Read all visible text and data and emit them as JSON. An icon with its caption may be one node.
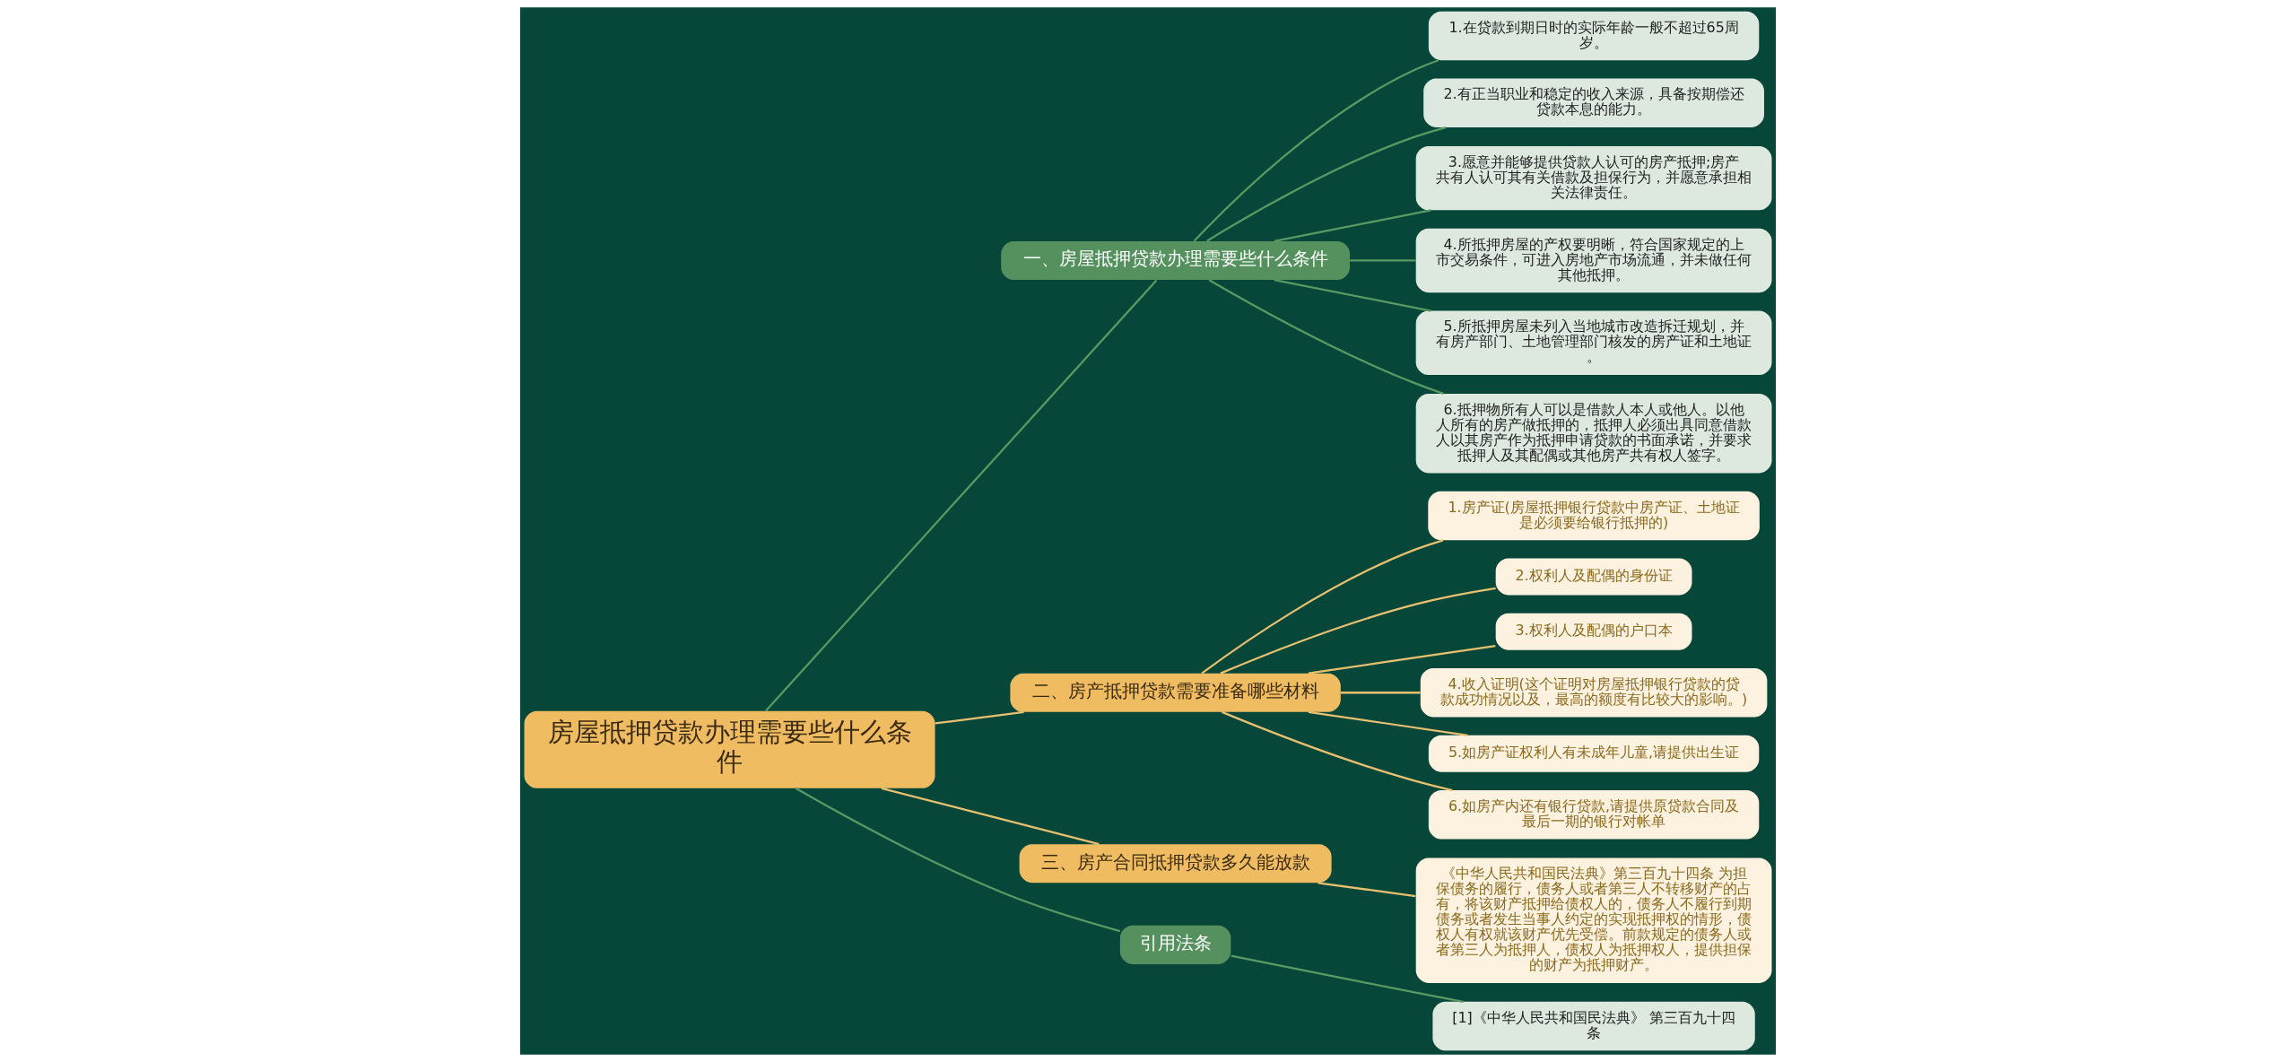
{
  "diagram": {
    "nodes": [
      {
        "text": [
          "房屋抵押贷款办理需要些什么条件"
        ]
      },
      {
        "text": [
          "一、房屋抵押贷款办理需要些什么条件"
        ]
      },
      {
        "text": [
          "1.在贷款到期日时的实际年龄一般不超过65周岁。"
        ]
      },
      {
        "text": [
          "2.有正当职业和稳定的收入来源，具备按期偿还贷款本息的能力。"
        ]
      },
      {
        "text": [
          "3.愿意并能够提供贷款人认可的房产抵押;房产共有人认可其有关借款及担保行为，并愿意承担相关法律责任。"
        ]
      },
      {
        "text": [
          "4.所抵押房屋的产权要明晰，符合国家规定的上市交易条件，可进入房地产市场流通，并未做任何其他抵押。"
        ]
      },
      {
        "text": [
          "5.所抵押房屋未列入当地城市改造拆迁规划，并有房产部门、土地管理部门核发的房产证和土地证。"
        ]
      },
      {
        "text": [
          "6.抵押物所有人可以是借款人本人或他人。以他人所有的房产做抵押的，抵押人必须出具同意借款人以其房产作为抵押申请贷款的书面承诺，并要求抵押人及其配偶或其他房产共有权人签字。"
        ]
      },
      {
        "text": [
          "二、房产抵押贷款需要准备哪些材料"
        ]
      },
      {
        "text": [
          "1.房产证(房屋抵押银行贷款中房产证、土地证是必须要给银行抵押的)"
        ]
      },
      {
        "text": [
          "2.权利人及配偶的身份证"
        ]
      },
      {
        "text": [
          "3.权利人及配偶的户口本"
        ]
      },
      {
        "text": [
          "4.收入证明(这个证明对房屋抵押银行贷款的贷款成功情况以及，最高的额度有比较大的影响。)"
        ]
      },
      {
        "text": [
          "5.如房产证权利人有未成年儿童,请提供出生证"
        ]
      },
      {
        "text": [
          "6.如房产内还有银行贷款,请提供原贷款合同及最后一期的银行对帐单"
        ]
      },
      {
        "text": [
          "三、房产合同抵押贷款多久能放款"
        ]
      },
      {
        "text": [
          "《中华人民共和国民法典》第三百九十四条 为担保债务的履行，债务人或者第三人不转移财产的占有，将该财产抵押给债权人的，债务人不履行到期债务或者发生当事人约定的实现抵押权的情形，债权人有权就该财产优先受偿。前款规定的债务人或者第三人为抵押人，债权人为抵押权人，提供担保的财产为抵押财产。"
        ]
      },
      {
        "text": [
          "引用法条"
        ]
      },
      {
        "text": [
          "[1]《中华人民共和国民法典》 第三百九十四条"
        ]
      }
    ],
    "edges": [
      {
        "from": 0,
        "to": 1,
        "arrow": "none",
        "color": "#5a9a62"
      },
      {
        "from": 1,
        "to": 2,
        "arrow": "none",
        "color": "#5a9a62"
      },
      {
        "from": 1,
        "to": 3,
        "arrow": "none",
        "color": "#5a9a62"
      },
      {
        "from": 1,
        "to": 4,
        "arrow": "none",
        "color": "#5a9a62"
      },
      {
        "from": 1,
        "to": 5,
        "arrow": "none",
        "color": "#5a9a62"
      },
      {
        "from": 1,
        "to": 6,
        "arrow": "none",
        "color": "#5a9a62"
      },
      {
        "from": 1,
        "to": 7,
        "arrow": "none",
        "color": "#5a9a62"
      },
      {
        "from": 0,
        "to": 8,
        "arrow": "none",
        "color": "#e8c070"
      },
      {
        "from": 8,
        "to": 9,
        "arrow": "none",
        "color": "#e8c070"
      },
      {
        "from": 8,
        "to": 10,
        "arrow": "none",
        "color": "#e8c070"
      },
      {
        "from": 8,
        "to": 11,
        "arrow": "none",
        "color": "#e8c070"
      },
      {
        "from": 8,
        "to": 12,
        "arrow": "none",
        "color": "#e8c070"
      },
      {
        "from": 8,
        "to": 13,
        "arrow": "none",
        "color": "#e8c070"
      },
      {
        "from": 8,
        "to": 14,
        "arrow": "none",
        "color": "#e8c070"
      },
      {
        "from": 0,
        "to": 15,
        "arrow": "none",
        "color": "#e8c070"
      },
      {
        "from": 15,
        "to": 16,
        "arrow": "none",
        "color": "#e8c070"
      },
      {
        "from": 0,
        "to": 17,
        "arrow": "none",
        "color": "#5a9a62"
      },
      {
        "from": 17,
        "to": 18,
        "arrow": "none",
        "color": "#5a9a62"
      }
    ]
  }
}
